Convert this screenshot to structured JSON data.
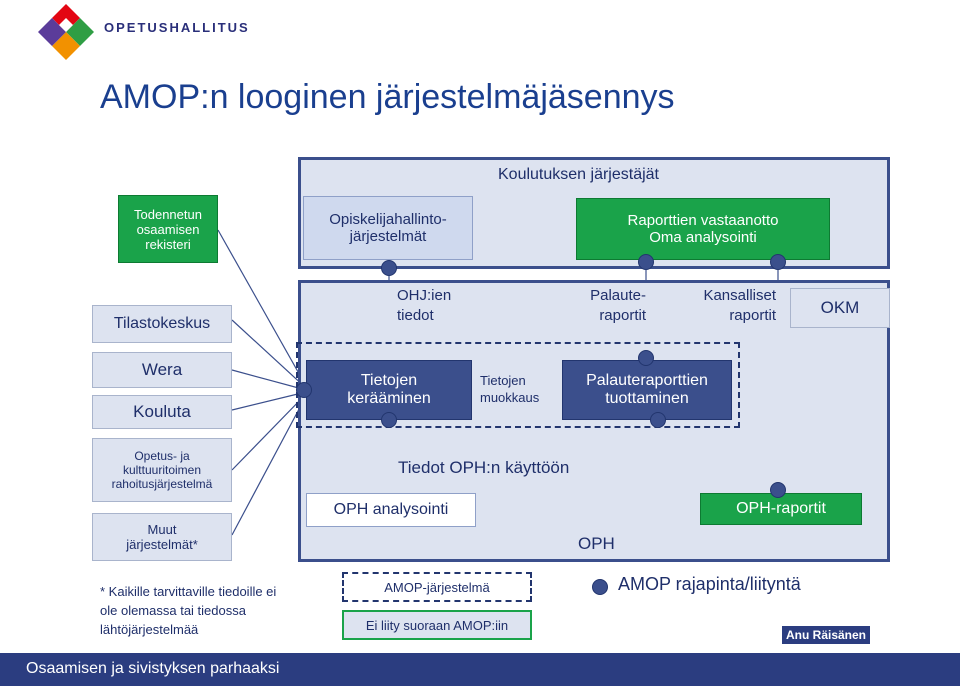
{
  "header": {
    "logo_text": "OPETUSHALLITUS",
    "title": "AMOP:n looginen järjestelmäjäsennys"
  },
  "colors": {
    "title_blue": "#1a3f8f",
    "panel_border": "#3b4f8c",
    "panel_fill": "#dde3f0",
    "green": "#1aa34a",
    "dark_blue_box": "#3b4f8c",
    "footer": "#2b3d80"
  },
  "diagram": {
    "top_panel_title": "Koulutuksen järjestäjät",
    "todennetun": "Todennetun osaamisen rekisteri",
    "opiskelija": "Opiskelijahallinto-järjestelmät",
    "raporttien": "Raporttien vastaanotto Oma analysointi",
    "tilastokeskus": "Tilastokeskus",
    "ohj_tiedot": "OHJ:ien tiedot",
    "palaute_raportit": "Palaute-raportit",
    "kansalliset": "Kansalliset raportit",
    "okm": "OKM",
    "wera": "Wera",
    "kouluta": "Kouluta",
    "tietojen_keraaminen": "Tietojen kerääminen",
    "tietojen_muokkaus": "Tietojen muokkaus",
    "palauteraporttien": "Palauteraporttien tuottaminen",
    "opetus": "Opetus- ja kulttuuritoimen rahoitusjärjestelmä",
    "muut": "Muut järjestelmät*",
    "tiedot_oph": "Tiedot OPH:n käyttöön",
    "oph_analysointi": "OPH analysointi",
    "oph_raportit": "OPH-raportit",
    "oph": "OPH"
  },
  "legend": {
    "footnote": "* Kaikille tarvittaville tiedoille ei ole olemassa tai tiedossa lähtöjärjestelmää",
    "amop_system": "AMOP-järjestelmä",
    "not_direct": "Ei liity suoraan AMOP:iin",
    "interface": "AMOP rajapinta/liityntä"
  },
  "footer": {
    "text": "Osaamisen ja sivistyksen parhaaksi",
    "author": "Anu Räisänen"
  }
}
